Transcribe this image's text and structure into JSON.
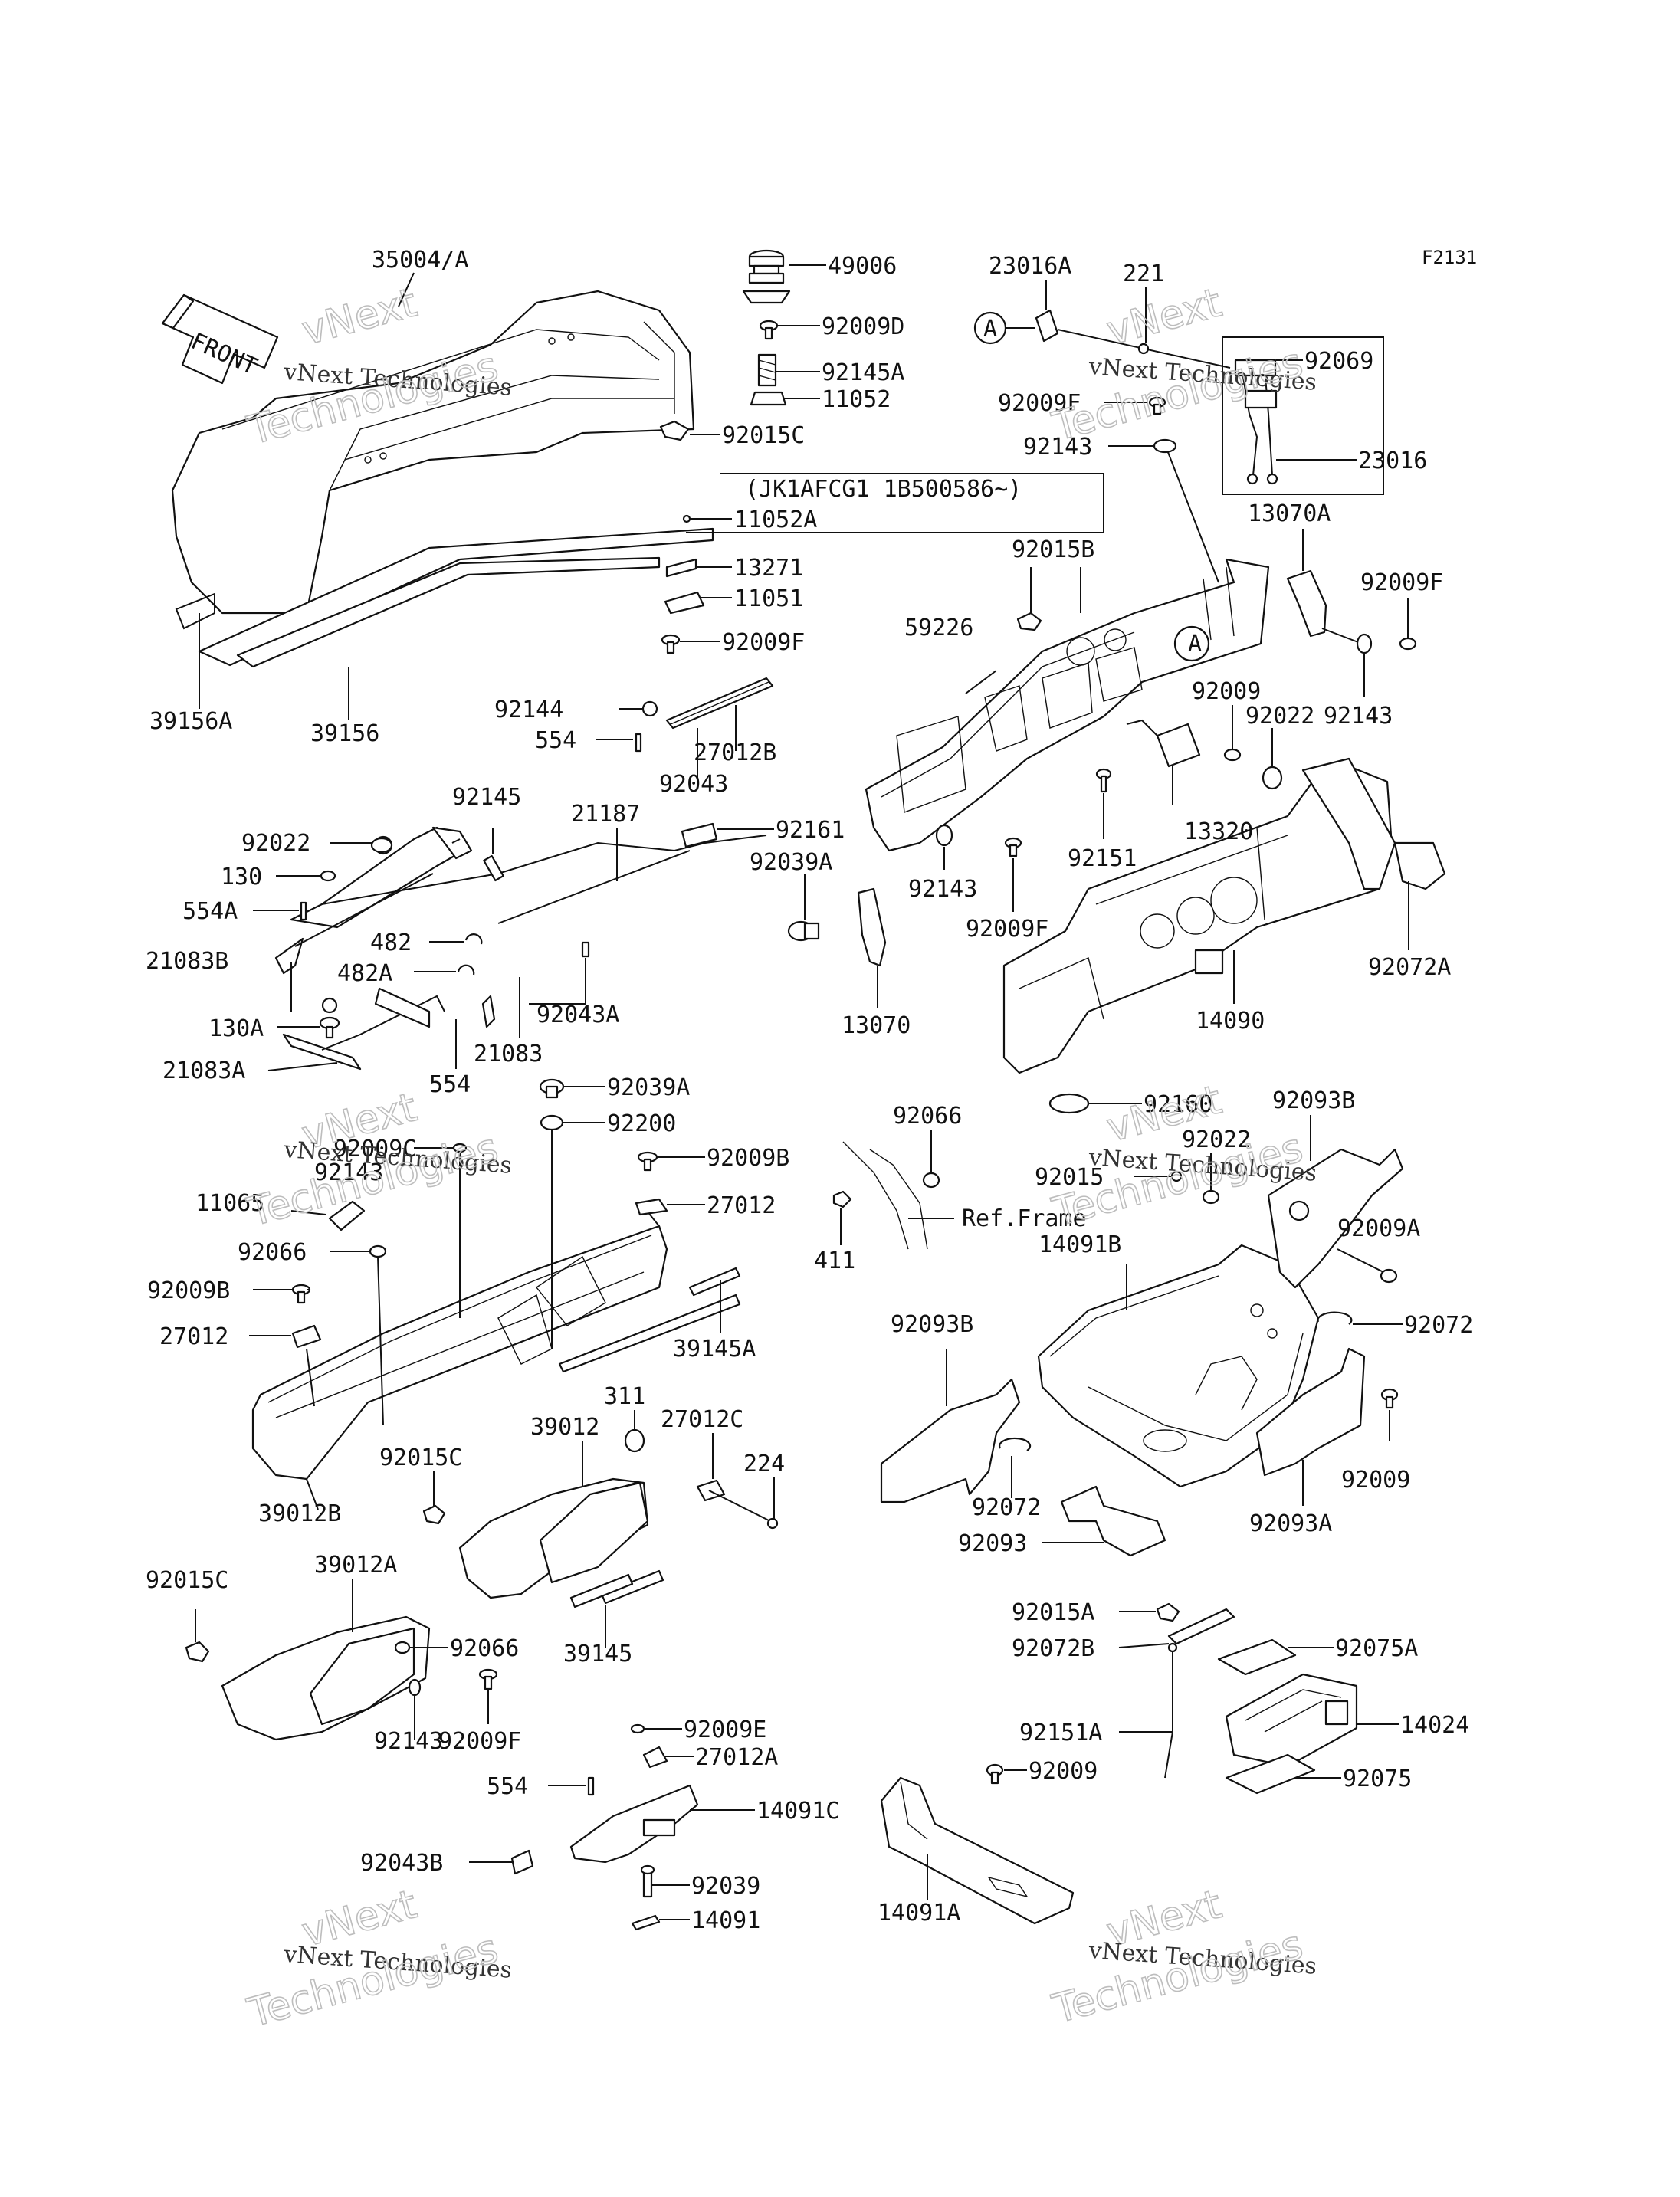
{
  "figure_code": "F2131",
  "front_arrow_label": "FRONT",
  "serial_note": "(JK1AFCG1 1B500586~)",
  "ref_frame_label": "Ref.Frame",
  "callout_letter": "A",
  "watermark": {
    "line1": "vNext Technologies",
    "line2": "Technologies",
    "brand": "vNext"
  },
  "parts": {
    "p35004a": "35004/A",
    "p49006": "49006",
    "p23016a": "23016A",
    "p221": "221",
    "p92009d": "92009D",
    "p92145a": "92145A",
    "p11052": "11052",
    "p92069": "92069",
    "p92009f_1": "92009F",
    "p92015c_1": "92015C",
    "p92143_1": "92143",
    "p23016": "23016",
    "p11052a": "11052A",
    "p13070a": "13070A",
    "p13271": "13271",
    "p92015b": "92015B",
    "p11051": "11051",
    "p92009f_2": "92009F",
    "p92009f_3": "92009F",
    "p59226": "59226",
    "p39156a": "39156A",
    "p39156": "39156",
    "p92144": "92144",
    "p92009_1": "92009",
    "p554_1": "554",
    "p27012b": "27012B",
    "p92022_1": "92022",
    "p92143_2": "92143",
    "p92043": "92043",
    "p92145": "92145",
    "p21187": "21187",
    "p92161": "92161",
    "p92022_2": "92022",
    "p13320": "13320",
    "p130": "130",
    "p92039a_1": "92039A",
    "p92151": "92151",
    "p554a": "554A",
    "p92143_3": "92143",
    "p482": "482",
    "p92009f_4": "92009F",
    "p92072a": "92072A",
    "p21083b": "21083B",
    "p482a": "482A",
    "p92043a": "92043A",
    "p130a": "130A",
    "p21083": "21083",
    "p13070": "13070",
    "p14090": "14090",
    "p21083a": "21083A",
    "p554_2": "554",
    "p92039a_2": "92039A",
    "p92160": "92160",
    "p92093b_1": "92093B",
    "p92066_1": "92066",
    "p92200": "92200",
    "p92009c": "92009C",
    "p92022_3": "92022",
    "p92143_4": "92143",
    "p92009b_1": "92009B",
    "p92015": "92015",
    "p11065": "11065",
    "p27012_1": "27012",
    "p411": "411",
    "p14091b": "14091B",
    "p92066_2": "92066",
    "p92009a": "92009A",
    "p92009b_2": "92009B",
    "p92072_1": "92072",
    "p27012_2": "27012",
    "p39145a": "39145A",
    "p92093b_2": "92093B",
    "p311": "311",
    "p39012": "39012",
    "p27012c": "27012C",
    "p224": "224",
    "p92015c_2": "92015C",
    "p92009_2": "92009",
    "p39012b": "39012B",
    "p92072_2": "92072",
    "p92093a": "92093A",
    "p39012a": "39012A",
    "p92093": "92093",
    "p92015c_3": "92015C",
    "p92066_3": "92066",
    "p39145": "39145",
    "p92015a": "92015A",
    "p92072b": "92072B",
    "p92075a": "92075A",
    "p92009f_5": "92009F",
    "p92143_5": "92143",
    "p92009e": "92009E",
    "p14024": "14024",
    "p27012a": "27012A",
    "p92151a": "92151A",
    "p554_3": "554",
    "p92009_3": "92009",
    "p92075": "92075",
    "p14091c": "14091C",
    "p92043b": "92043B",
    "p92039": "92039",
    "p14091a": "14091A",
    "p14091": "14091"
  }
}
